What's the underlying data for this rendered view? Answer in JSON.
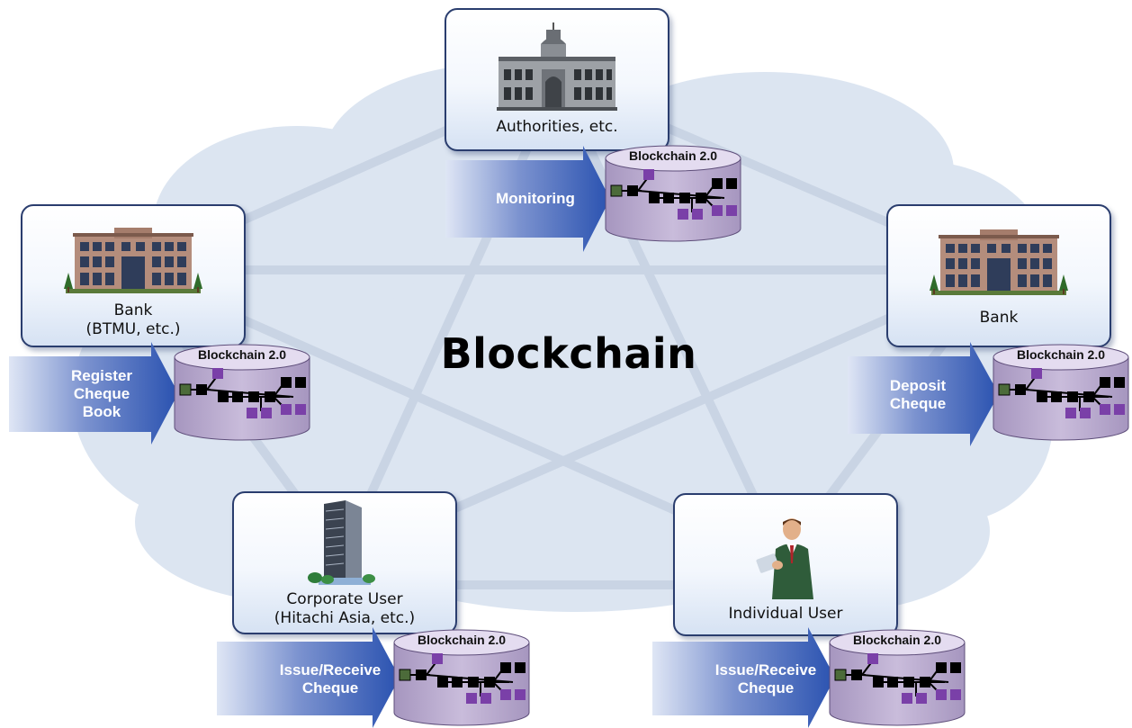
{
  "title": "Blockchain",
  "ledger_label": "Blockchain 2.0",
  "colors": {
    "node_border": "#2a3d6e",
    "arrow_dark": "#2a52b0",
    "arrow_light": "#dfe6f5",
    "cylinder": "#b9aacd",
    "block_black": "#000000",
    "block_purple": "#7a40a8",
    "block_green": "#4c6b3a",
    "cloud": "#dce5f1",
    "network_line": "#c9d4e4"
  },
  "nodes": [
    {
      "id": "authorities",
      "label": "Authorities, etc.",
      "icon": "government-building-icon",
      "action": "Monitoring"
    },
    {
      "id": "bank-btmu",
      "label": "Bank\n(BTMU, etc.)",
      "icon": "bank-building-icon",
      "action": "Register\nCheque\nBook"
    },
    {
      "id": "bank",
      "label": "Bank",
      "icon": "bank-building-icon",
      "action": "Deposit\nCheque"
    },
    {
      "id": "corporate-user",
      "label": "Corporate User\n(Hitachi Asia, etc.)",
      "icon": "office-tower-icon",
      "action": "Issue/Receive\nCheque"
    },
    {
      "id": "individual-user",
      "label": "Individual User",
      "icon": "businessman-icon",
      "action": "Issue/Receive\nCheque"
    }
  ]
}
